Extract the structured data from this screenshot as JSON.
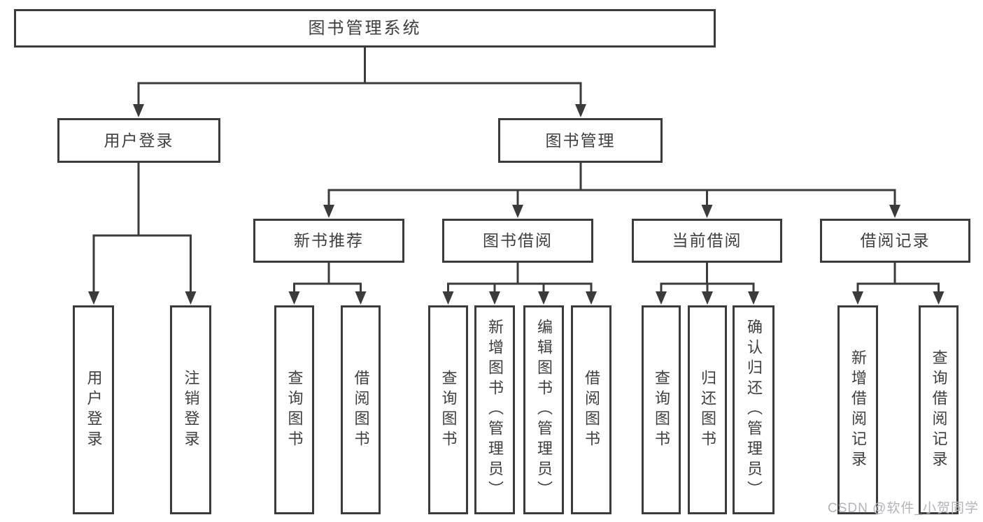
{
  "diagram": {
    "root": {
      "label": "图书管理系统"
    },
    "level2": [
      {
        "label": "用户登录"
      },
      {
        "label": "图书管理"
      }
    ],
    "level3": [
      {
        "label": "新书推荐"
      },
      {
        "label": "图书借阅"
      },
      {
        "label": "当前借阅"
      },
      {
        "label": "借阅记录"
      }
    ],
    "leaves": [
      {
        "label": "用户登录"
      },
      {
        "label": "注销登录"
      },
      {
        "label": "查询图书"
      },
      {
        "label": "借阅图书"
      },
      {
        "label": "查询图书"
      },
      {
        "label": "新增图书（管理员）"
      },
      {
        "label": "编辑图书（管理员）"
      },
      {
        "label": "借阅图书"
      },
      {
        "label": "查询图书"
      },
      {
        "label": "归还图书"
      },
      {
        "label": "确认归还（管理员）"
      },
      {
        "label": "新增借阅记录"
      },
      {
        "label": "查询借阅记录"
      }
    ],
    "watermark": "CSDN @软件_小贺同学",
    "colors": {
      "line": "#3b3b3b",
      "text": "#3f3f3f",
      "background": "#ffffff",
      "watermark": "#b0aeb6"
    }
  }
}
